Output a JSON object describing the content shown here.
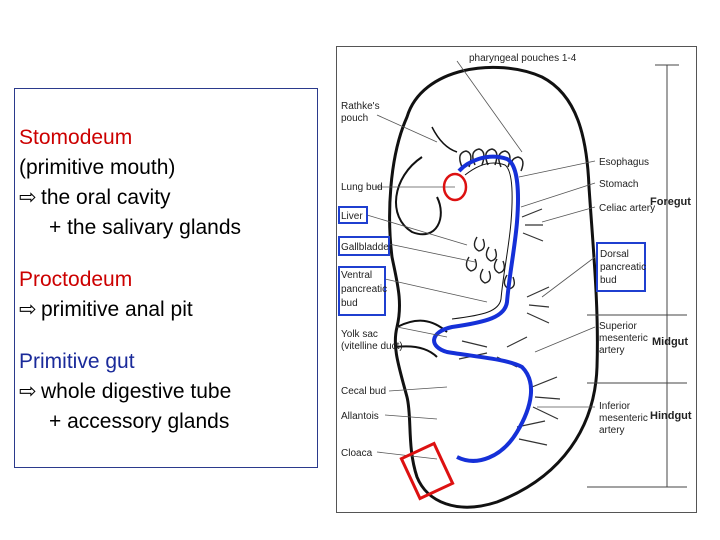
{
  "text_panel": {
    "stomodeum": {
      "title": "Stomodeum",
      "line1": "(primitive mouth)",
      "arrow_line": "the oral cavity",
      "cont_line": "+ the salivary glands"
    },
    "proctodeum": {
      "title": "Proctodeum",
      "arrow_line": "primitive anal pit"
    },
    "primitive_gut": {
      "title": "Primitive gut",
      "arrow_line": "whole digestive tube",
      "cont_line": "+ accessory glands"
    },
    "arrow_glyph": "⇨"
  },
  "figure": {
    "top_label": "pharyngeal pouches 1-4",
    "left_labels": {
      "rathke": "Rathke's",
      "rathke2": "pouch",
      "lung": "Lung bud",
      "liver": "Liver",
      "gallbladder": "Gallbladder",
      "ventral1": "Ventral",
      "ventral2": "pancreatic",
      "ventral3": "bud",
      "yolk1": "Yolk sac",
      "yolk2": "(vitelline duct)",
      "cecal": "Cecal bud",
      "allantois": "Allantois",
      "cloaca": "Cloaca"
    },
    "right_labels": {
      "esophagus": "Esophagus",
      "stomach": "Stomach",
      "celiac": "Celiac artery",
      "dorsal1": "Dorsal",
      "dorsal2": "pancreatic",
      "dorsal3": "bud",
      "sup1": "Superior",
      "sup2": "mesenteric",
      "sup3": "artery",
      "inf1": "Inferior",
      "inf2": "mesenteric",
      "inf3": "artery"
    },
    "regions": {
      "foregut": "Foregut",
      "midgut": "Midgut",
      "hindgut": "Hindgut"
    },
    "colors": {
      "highlight_blue": "#1f3fd0",
      "highlight_red": "#dd1111",
      "gut_blue": "#1530d8"
    }
  }
}
